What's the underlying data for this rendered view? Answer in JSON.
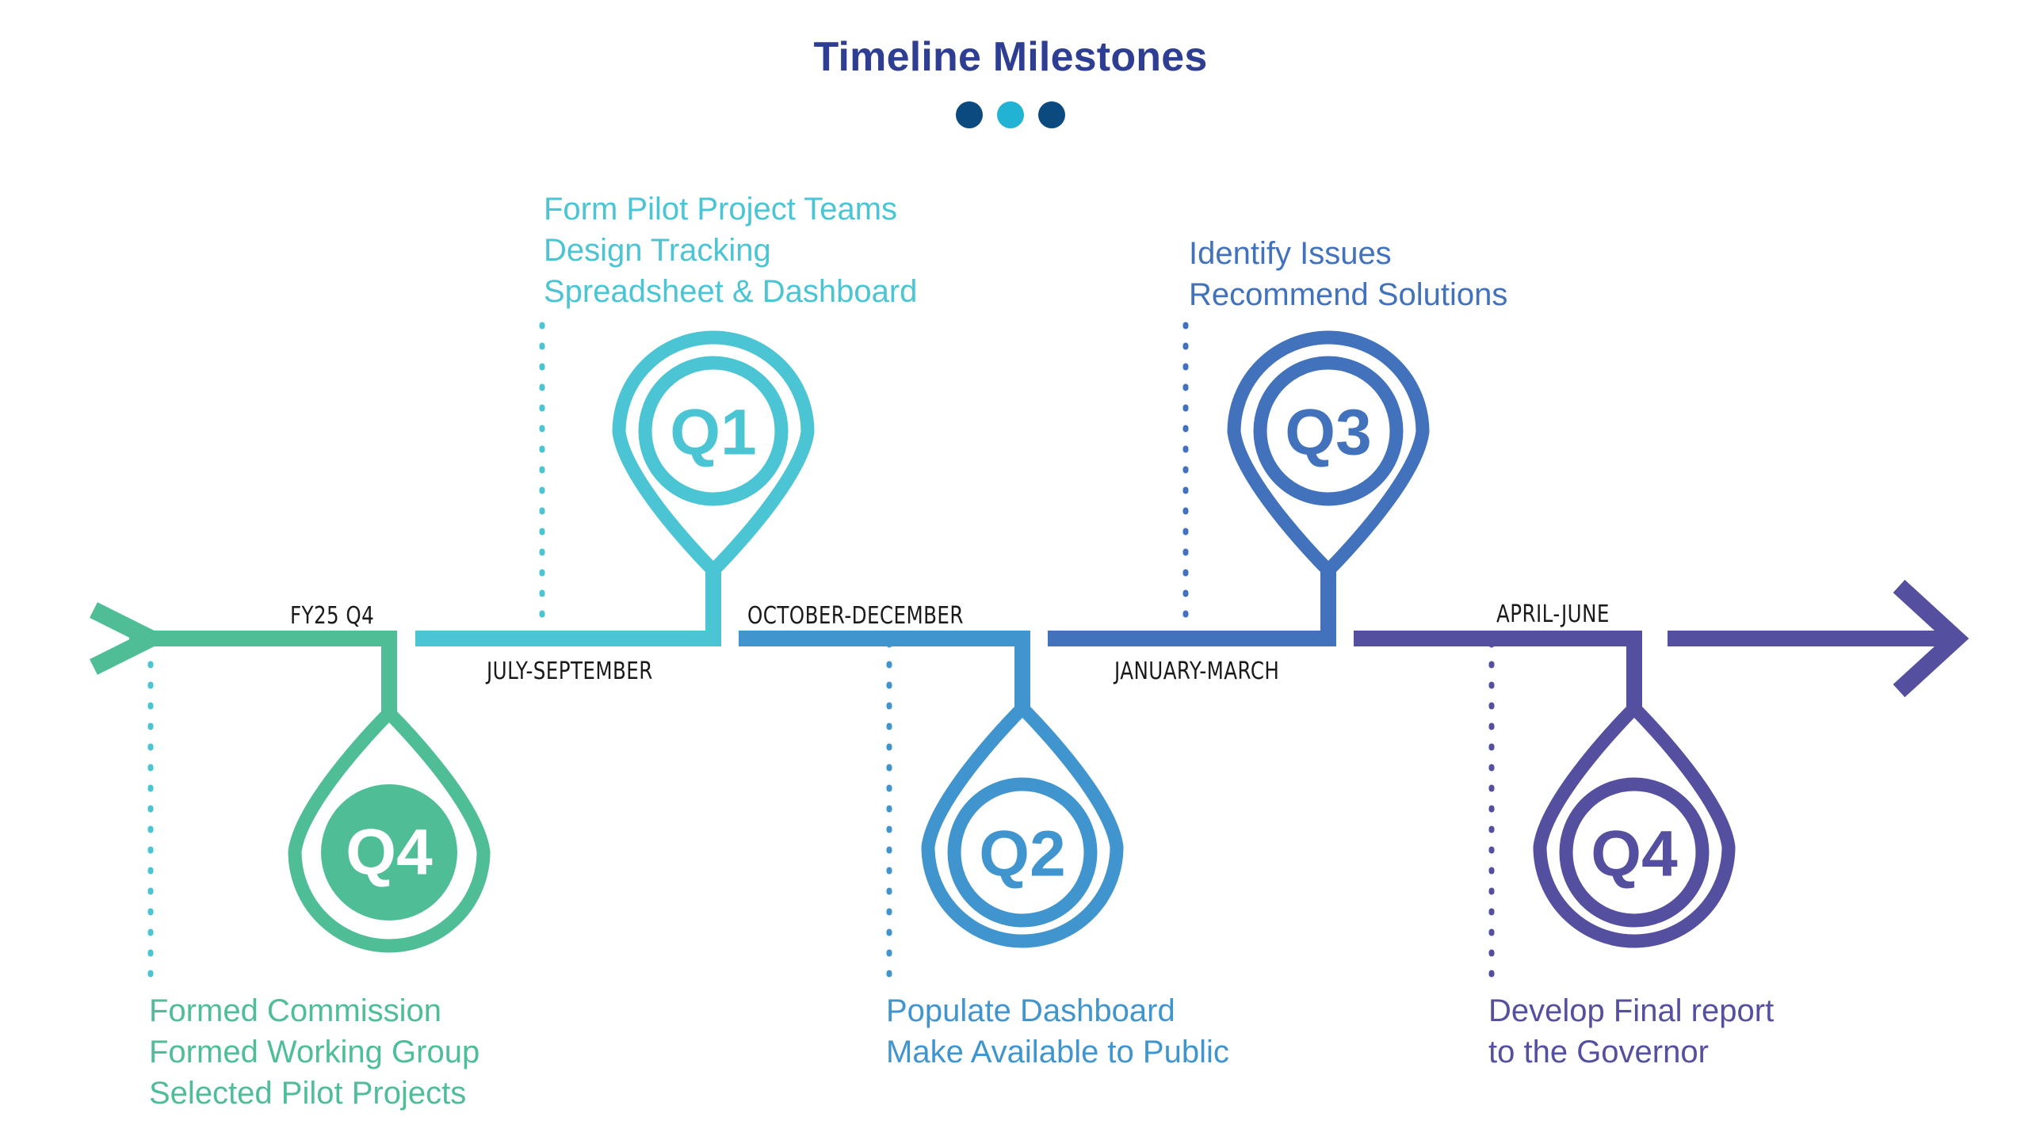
{
  "header": {
    "title": "Timeline Milestones",
    "dots": [
      "#0B4A7F",
      "#22B3D4",
      "#0B4A7F"
    ]
  },
  "palette": {
    "green": "#4FBE96",
    "teal": "#4BC4D3",
    "blue": "#4195CE",
    "steel": "#4272BC",
    "purple": "#54509F",
    "title_blue": "#2E3E93",
    "axis_text": "#1a1a1a"
  },
  "timeline": {
    "segments": [
      {
        "id": "seg-fy25q4",
        "label": "FY25 Q4",
        "label_side": "above",
        "color": "#4FBE96"
      },
      {
        "id": "seg-jul-sep",
        "label": "JULY-SEPTEMBER",
        "label_side": "below",
        "color": "#4BC4D3"
      },
      {
        "id": "seg-oct-dec",
        "label": "OCTOBER-DECEMBER",
        "label_side": "above",
        "color": "#4195CE"
      },
      {
        "id": "seg-jan-mar",
        "label": "JANUARY-MARCH",
        "label_side": "below",
        "color": "#4272BC"
      },
      {
        "id": "seg-apr-jun",
        "label": "APRIL-JUNE",
        "label_side": "above",
        "color": "#54509F"
      }
    ]
  },
  "milestones": [
    {
      "id": "q4-fy25",
      "marker": "Q4",
      "position": "below",
      "filled": true,
      "color": "#4FBE96",
      "note": "Formed Commission\nFormed Working Group\nSelected Pilot Projects"
    },
    {
      "id": "q1",
      "marker": "Q1",
      "position": "above",
      "filled": false,
      "color": "#4BC4D3",
      "note": "Form Pilot Project Teams\nDesign Tracking\nSpreadsheet  & Dashboard"
    },
    {
      "id": "q2",
      "marker": "Q2",
      "position": "below",
      "filled": false,
      "color": "#4195CE",
      "note": "Populate Dashboard\nMake Available to Public"
    },
    {
      "id": "q3",
      "marker": "Q3",
      "position": "above",
      "filled": false,
      "color": "#4272BC",
      "note": "Identify Issues\nRecommend Solutions"
    },
    {
      "id": "q4-final",
      "marker": "Q4",
      "position": "below",
      "filled": false,
      "color": "#54509F",
      "note": "Develop Final report\nto the Governor"
    }
  ]
}
